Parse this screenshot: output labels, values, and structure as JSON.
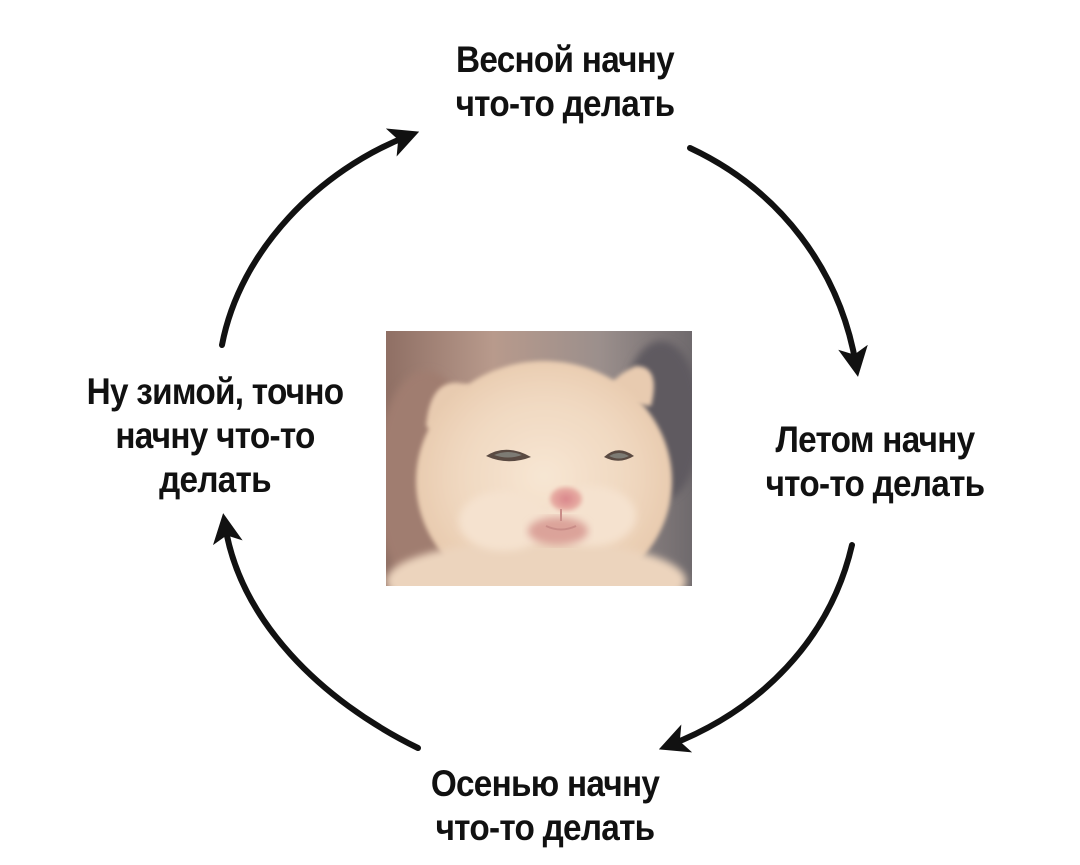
{
  "cycle": {
    "spring": [
      "Весной начну",
      "что-то делать"
    ],
    "summer": [
      "Летом начну",
      "что-то делать"
    ],
    "autumn": [
      "Осенью начну",
      "что-то делать"
    ],
    "winter": [
      "Ну зимой, точно",
      "начну что-то",
      "делать"
    ]
  },
  "center_image": "kitten-photo",
  "colors": {
    "text": "#111111",
    "arrow": "#111111",
    "background": "#ffffff"
  }
}
